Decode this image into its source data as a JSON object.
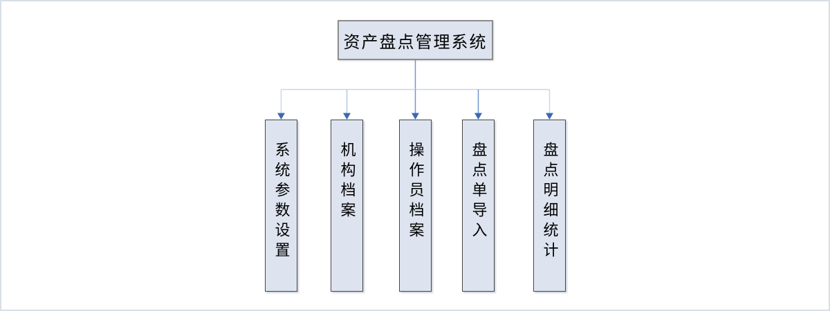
{
  "diagram": {
    "type": "org-tree",
    "root": {
      "label": "资产盘点管理系统"
    },
    "children": [
      {
        "label": "系统参数设置"
      },
      {
        "label": "机构档案"
      },
      {
        "label": "操作员档案"
      },
      {
        "label": "盘点单导入"
      },
      {
        "label": "盘点明细统计"
      }
    ],
    "colors": {
      "node_fill": "#dee4ef",
      "node_border": "#454545",
      "root_border": "#8c8c8c",
      "connector_light": "#c9d6ec",
      "connector_medium": "#6f96ca",
      "arrowhead": "#3b69b5",
      "text": "#000000",
      "page_frame": "#d9dfe6"
    }
  }
}
